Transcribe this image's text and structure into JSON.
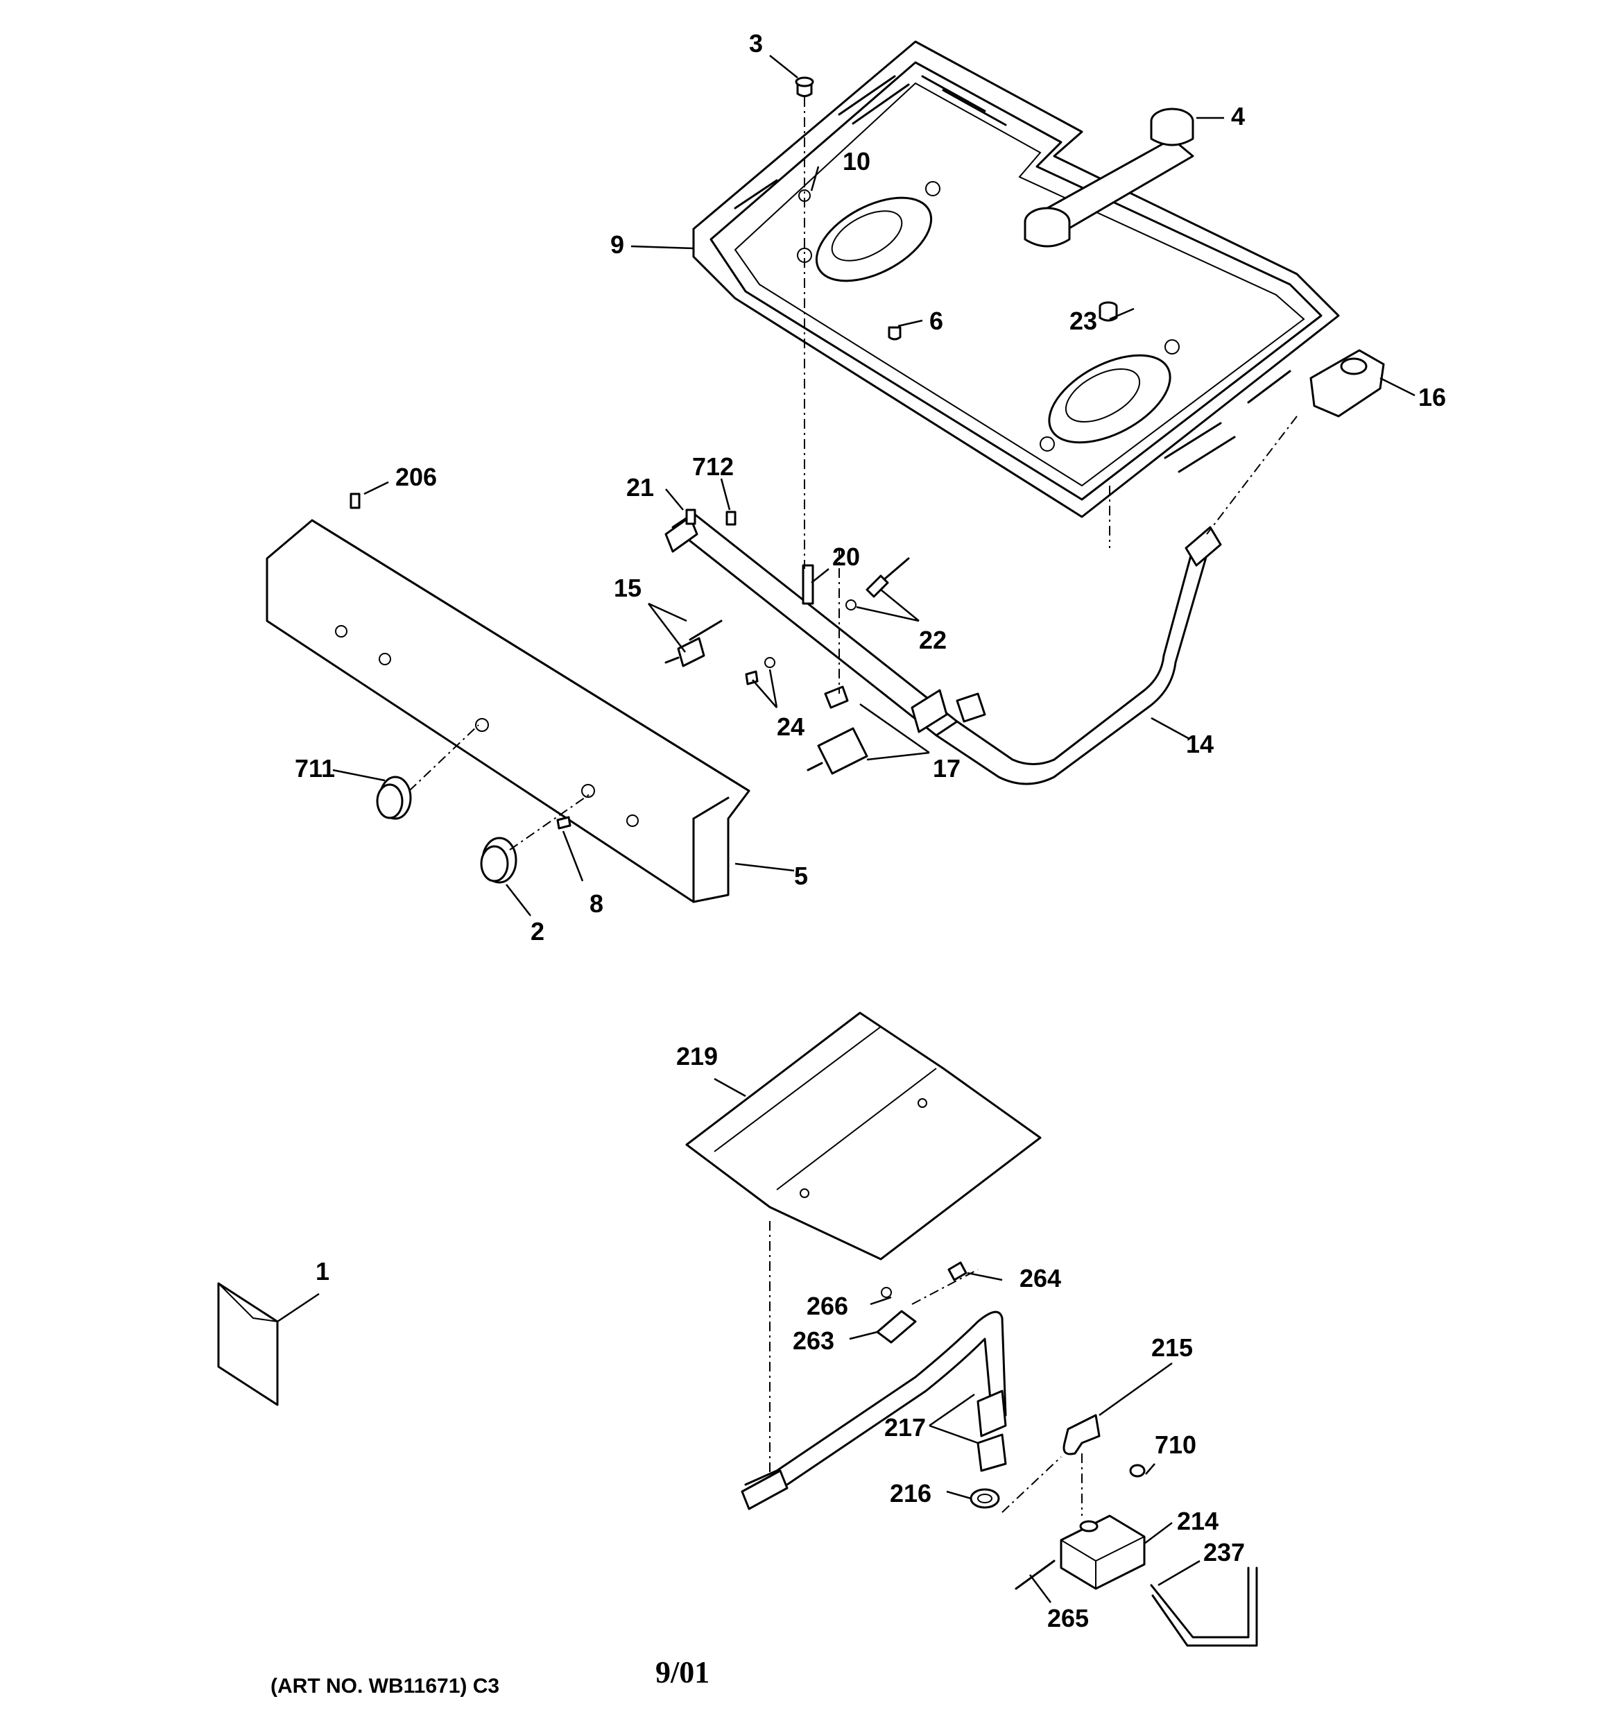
{
  "callouts": {
    "c1": "1",
    "c2": "2",
    "c3": "3",
    "c4": "4",
    "c5": "5",
    "c6": "6",
    "c8": "8",
    "c9": "9",
    "c10": "10",
    "c14": "14",
    "c15": "15",
    "c16": "16",
    "c17": "17",
    "c20": "20",
    "c21": "21",
    "c22": "22",
    "c23": "23",
    "c24": "24",
    "c206": "206",
    "c214": "214",
    "c215": "215",
    "c216": "216",
    "c217": "217",
    "c219": "219",
    "c237": "237",
    "c263": "263",
    "c264": "264",
    "c265": "265",
    "c266": "266",
    "c710": "710",
    "c711": "711",
    "c712": "712"
  },
  "footer": {
    "art_number": "(ART NO. WB11671) C3",
    "date": "9/01"
  }
}
